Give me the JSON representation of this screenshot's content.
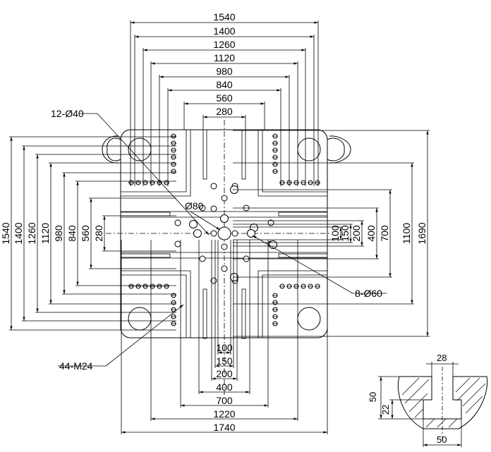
{
  "top_dimensions": [
    "1540",
    "1400",
    "1260",
    "1120",
    "980",
    "840",
    "560",
    "280"
  ],
  "left_dimensions": [
    "1540",
    "1400",
    "1260",
    "1120",
    "980",
    "840",
    "560",
    "280"
  ],
  "right_dimensions": [
    "100",
    "150",
    "200",
    "400",
    "700",
    "1100",
    "1690"
  ],
  "bottom_dimensions": [
    "100",
    "150",
    "200",
    "400",
    "700",
    "1220",
    "1740"
  ],
  "callouts": {
    "tie_bar_holes": "12-Ø40",
    "center_hole": "Ø80",
    "ejector_holes": "8-Ø60",
    "threaded_holes": "44-M24"
  },
  "tslot_detail": {
    "top_width": "28",
    "depth": "50",
    "neck": "22",
    "bottom_width": "50"
  }
}
